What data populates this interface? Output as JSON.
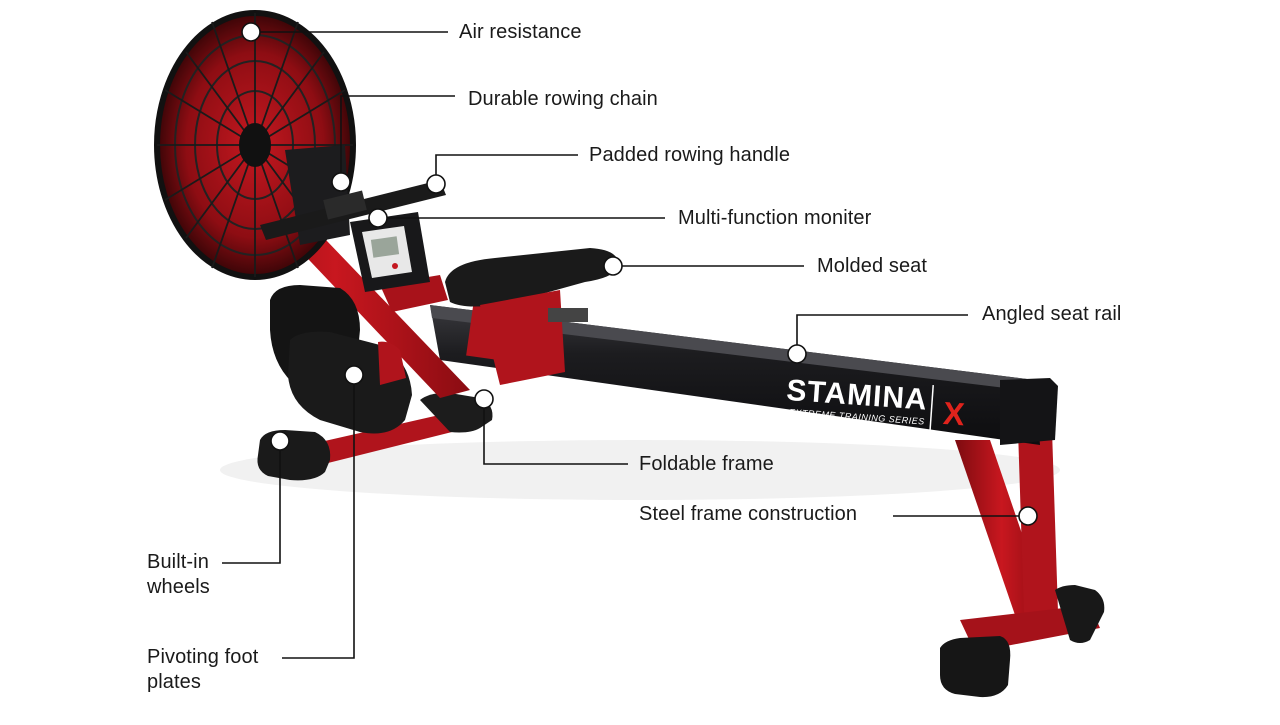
{
  "brand": {
    "name": "STAMINA",
    "mark": "X",
    "series": "EXTREME TRAINING SERIES"
  },
  "colors": {
    "frame_red": "#b3121b",
    "frame_black": "#1b1b1d",
    "label_text": "#1a1a1a",
    "callout_line": "#111111"
  },
  "callouts": {
    "air_resistance": "Air resistance",
    "durable_rowing_chain": "Durable rowing chain",
    "padded_rowing_handle": "Padded rowing handle",
    "multi_function_monitor": "Multi-function moniter",
    "molded_seat": "Molded seat",
    "angled_seat_rail": "Angled seat rail",
    "foldable_frame": "Foldable frame",
    "steel_frame_construction": "Steel frame construction",
    "built_in_wheels": [
      "Built-in",
      "wheels"
    ],
    "pivoting_foot_plates": [
      "Pivoting foot",
      "plates"
    ]
  }
}
